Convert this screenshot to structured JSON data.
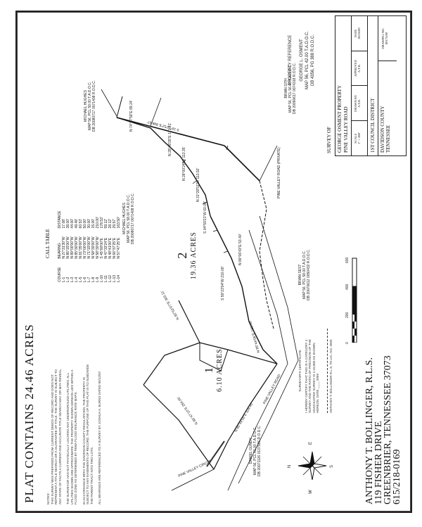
{
  "plat": {
    "title": "PLAT CONTAINS 24.46 ACRES",
    "notes_heading": "NOTES:",
    "note_1": "THIS SURVEY WAS PREPARED FROM CURRENT DEEDS OF RECORD AND DOES NOT REPRESENT A TITLE SEARCH OR A GUARANTEE OF TITLE. THE SURVEY IS SUBJECT TO ANY STATE OF FACTS A CURRENT AND ACCURATE TITLE SEARCH MAY OR MAY REVEAL.",
    "note_2": "THE SURVEYOR HAS NOT PHYSICALLY LOCATED ANY UNDERGROUND UTILITIES. ALL UTILITIES SHOWN ARE APPROXIMATE. THE PROPERTY SHOWN HEREON LIES WITHIN A FLOOD ZONE AS DETERMINED BY FEMA FLOOD INSURANCE RATE MAPS.",
    "note_3": "IN ACCORDANCE WITH THE DAVIDSON COUNTY REGULATIONS, THE PROPERTY IS SUBJECT TO ANY EASEMENTS OF RECORD. THE PURPOSE OF THIS PLAT IS TO SUBDIVIDE THE PARENT TRACT INTO TWO LOTS.",
    "bearings_note": "ALL BEARINGS ARE REFERENCED TO A SURVEY BY JOSHUA A. BURNS DATED 05/12/07."
  },
  "call_table": {
    "title": "CALL TABLE",
    "headers": [
      "COURSE",
      "BEARING",
      "DISTANCE"
    ],
    "rows": [
      [
        "L-1",
        "N 27°31'30\"W",
        "17.08'"
      ],
      [
        "L-2",
        "N 86°15'00\"W",
        "38.00'"
      ],
      [
        "L-3",
        "N 89°00'00\"W",
        "44.00'"
      ],
      [
        "L-4",
        "N 85°30'00\"W",
        "49.49'"
      ],
      [
        "L-5",
        "N 81°35'00\"W",
        "60.53'"
      ],
      [
        "L-6",
        "N 73°00'00\"W",
        "50.00'"
      ],
      [
        "L-7",
        "N 71°15'00\"W",
        "30.00'"
      ],
      [
        "L-8",
        "N 58°30'00\"W",
        "15.00'"
      ],
      [
        "L-9",
        "N 58°30'00\"W",
        "210.00'"
      ],
      [
        "L-10",
        "S 45°00'00\"E",
        "178.53'"
      ],
      [
        "L-11",
        "N 47°33'24\"E",
        "59.12'"
      ],
      [
        "L-12",
        "N 48°41'00\"E",
        "28.12'"
      ],
      [
        "L-13",
        "N 66°37'25\"E",
        "29.57'"
      ],
      [
        "L-14",
        "N 57°47'25\"E",
        "163.50'"
      ]
    ]
  },
  "lots": [
    {
      "number": "1",
      "area": "6.10 ACRES"
    },
    {
      "number": "2",
      "area": "19.36 ACRES"
    }
  ],
  "boundary_labels": {
    "long_line": "S 19°16'52\"E 898.57'",
    "lot1_top": "N 85°47'10\"E 284.05'",
    "lot1_bottom": "N 85°44'06\"E 328.45'",
    "lot1_mid": "N 85°44'06\"E 182.66'",
    "lot2_left": "N 82°52'07\"E 303.11'",
    "center_line": "S 59°23'04\"W 210.00'",
    "curve_a": "N 74°37'58\"E 89.24'",
    "curve_b": "N 28°46'05\"E 171.41'",
    "curve_c": "N 28°00'24\"W 113.35'",
    "curve_d": "N 31°28'51\"W 113.92'",
    "curve_e": "S 04°59'21\"W 60.00'",
    "curve_f": "N 86°06'43\"E 53.40'"
  },
  "road_labels": {
    "pine_valley_road": "PINE VALLEY ROAD",
    "pine_valley_road_private": "PINE VALLEY ROAD (PRIVATE)",
    "pine_valley_cir": "PINE VALLEY CIRCLE"
  },
  "adjoiners": [
    {
      "name": "MICHAEL HUGHES",
      "ref": "MAP 56, PCL 59.00 T.A.D.O.C.",
      "deed": "DB 20080717 0071408 R.O.D.C."
    },
    {
      "name": "MICHAEL HUGHES",
      "ref": "MAP 56, PCL 58.00 T.A.D.O.C.",
      "deed": "DB 20080717 0071408 R.O.D.C."
    },
    {
      "name": "BRIAN SITH",
      "ref": "MAP 56, PCL 56.00 T.A.D.O.C.",
      "deed": "DB 20090617 0074318 R.O.D.C."
    },
    {
      "name": "BRIAN SEST",
      "ref": "MAP 56, PCL 58.00 T.A.D.O.C.",
      "deed": "DB 20070612 0050432 R.O.D.C."
    },
    {
      "name": "DANIEL GUNDY",
      "ref": "MAP 56, PCL 61.00 T.A.D.O.C.",
      "deed": "DB 20071126 0137586 R.O.D.C."
    }
  ],
  "property_reference": {
    "heading": "PROPERTY REFERENCE",
    "owner": "GEORGE L. OSMENT",
    "map": "MAP 56, PCL 42.00 T.A.D.O.C.",
    "deed": "DB 4356, PG 388 R.O.D.C."
  },
  "title_block": {
    "survey_of": "SURVEY OF",
    "property": "GEORGE OSMENT PROPERTY",
    "road": "PINE VALLEY ROAD",
    "scale_label": "SCALE",
    "scale_value": "1\" = 200'",
    "drawn_label": "DRAWN BY",
    "drawn_value": "A.T.B.",
    "approved_label": "APPROVED",
    "approved_value": "A.T.B.",
    "date_label": "DATE",
    "date_value": "05/26/09",
    "district": "1ST COUNCIL DISTRICT",
    "county": "DAVIDSON COUNTY",
    "state": "TENNESSEE",
    "drawing_label": "DRAWING NO.",
    "drawing_value": "09175/09"
  },
  "surveyor": {
    "name": "ANTHONY T. BOLLINGER, R.L.S.",
    "address": "119 FISHER DRIVE",
    "city": "GREENBRIER, TENNESSEE 37073",
    "phone": "615/218-0169"
  },
  "certificate": {
    "heading": "SURVEYOR'S CERTIFICATE",
    "text": "I HEREBY CERTIFY THAT THIS IS A CATEGORY 4 SURVEY AND THE RATIO OF PRECISION OF THE UNADJUSTED SURVEY IS 1:10,000 AS SHOWN HEREON. DATE ____ 2009",
    "signature": "ANTHONY T. BOLLINGER R.L.S. TN LIC. NO. 2669"
  },
  "scale_bar": {
    "ticks": [
      "0",
      "200",
      "400",
      "600"
    ]
  },
  "north_arrow": {
    "n": "N",
    "s": "S",
    "e": "E",
    "w": "W"
  }
}
